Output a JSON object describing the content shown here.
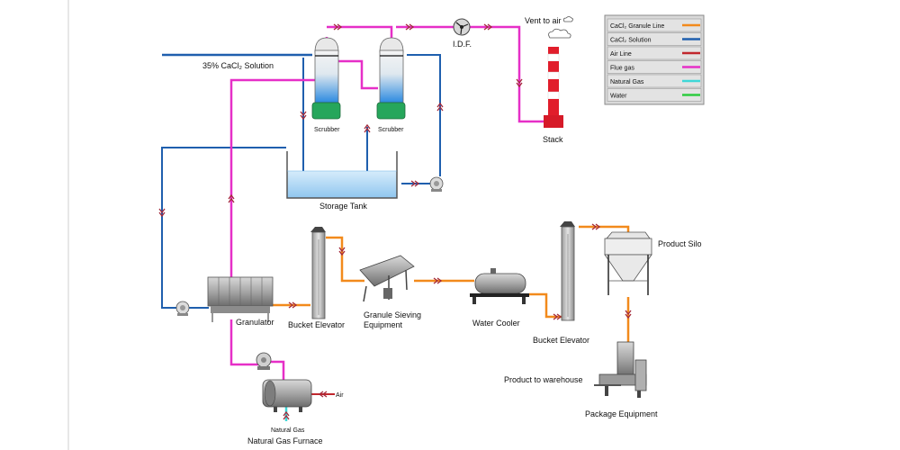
{
  "labels": {
    "solution_in": "35% CaCl₂ Solution",
    "scrubber_1": "Scrubber",
    "scrubber_2": "Scrubber",
    "idf": "I.D.F.",
    "vent": "Vent to air",
    "stack": "Stack",
    "storage_tank": "Storage Tank",
    "granulator": "Granulator",
    "bucket_elevator_1": "Bucket Elevator",
    "sieving_1": "Granule Sieving",
    "sieving_2": "Equipment",
    "water_cooler": "Water Cooler",
    "bucket_elevator_2": "Bucket Elevator",
    "product_silo": "Product Silo",
    "product_warehouse": "Product to warehouse",
    "package_equipment": "Package Equipment",
    "natural_gas": "Natural Gas",
    "air": "Air",
    "furnace": "Natural Gas Furnace"
  },
  "legend": [
    {
      "label": "CaCl₂ Granule Line",
      "color": "#f28a1c"
    },
    {
      "label": "CaCl₂ Solution",
      "color": "#1f5fae"
    },
    {
      "label": "Air Line",
      "color": "#c1272d"
    },
    {
      "label": "Flue gas",
      "color": "#e62fc7"
    },
    {
      "label": "Natural Gas",
      "color": "#3fd7d7"
    },
    {
      "label": "Water",
      "color": "#2ecc40"
    }
  ],
  "colors": {
    "granule": "#f28a1c",
    "solution": "#1f5fae",
    "air": "#c1272d",
    "flue_gas": "#e62fc7",
    "natural_gas": "#3fd7d7",
    "water": "#2ecc40",
    "arrow": "#a3283a"
  }
}
